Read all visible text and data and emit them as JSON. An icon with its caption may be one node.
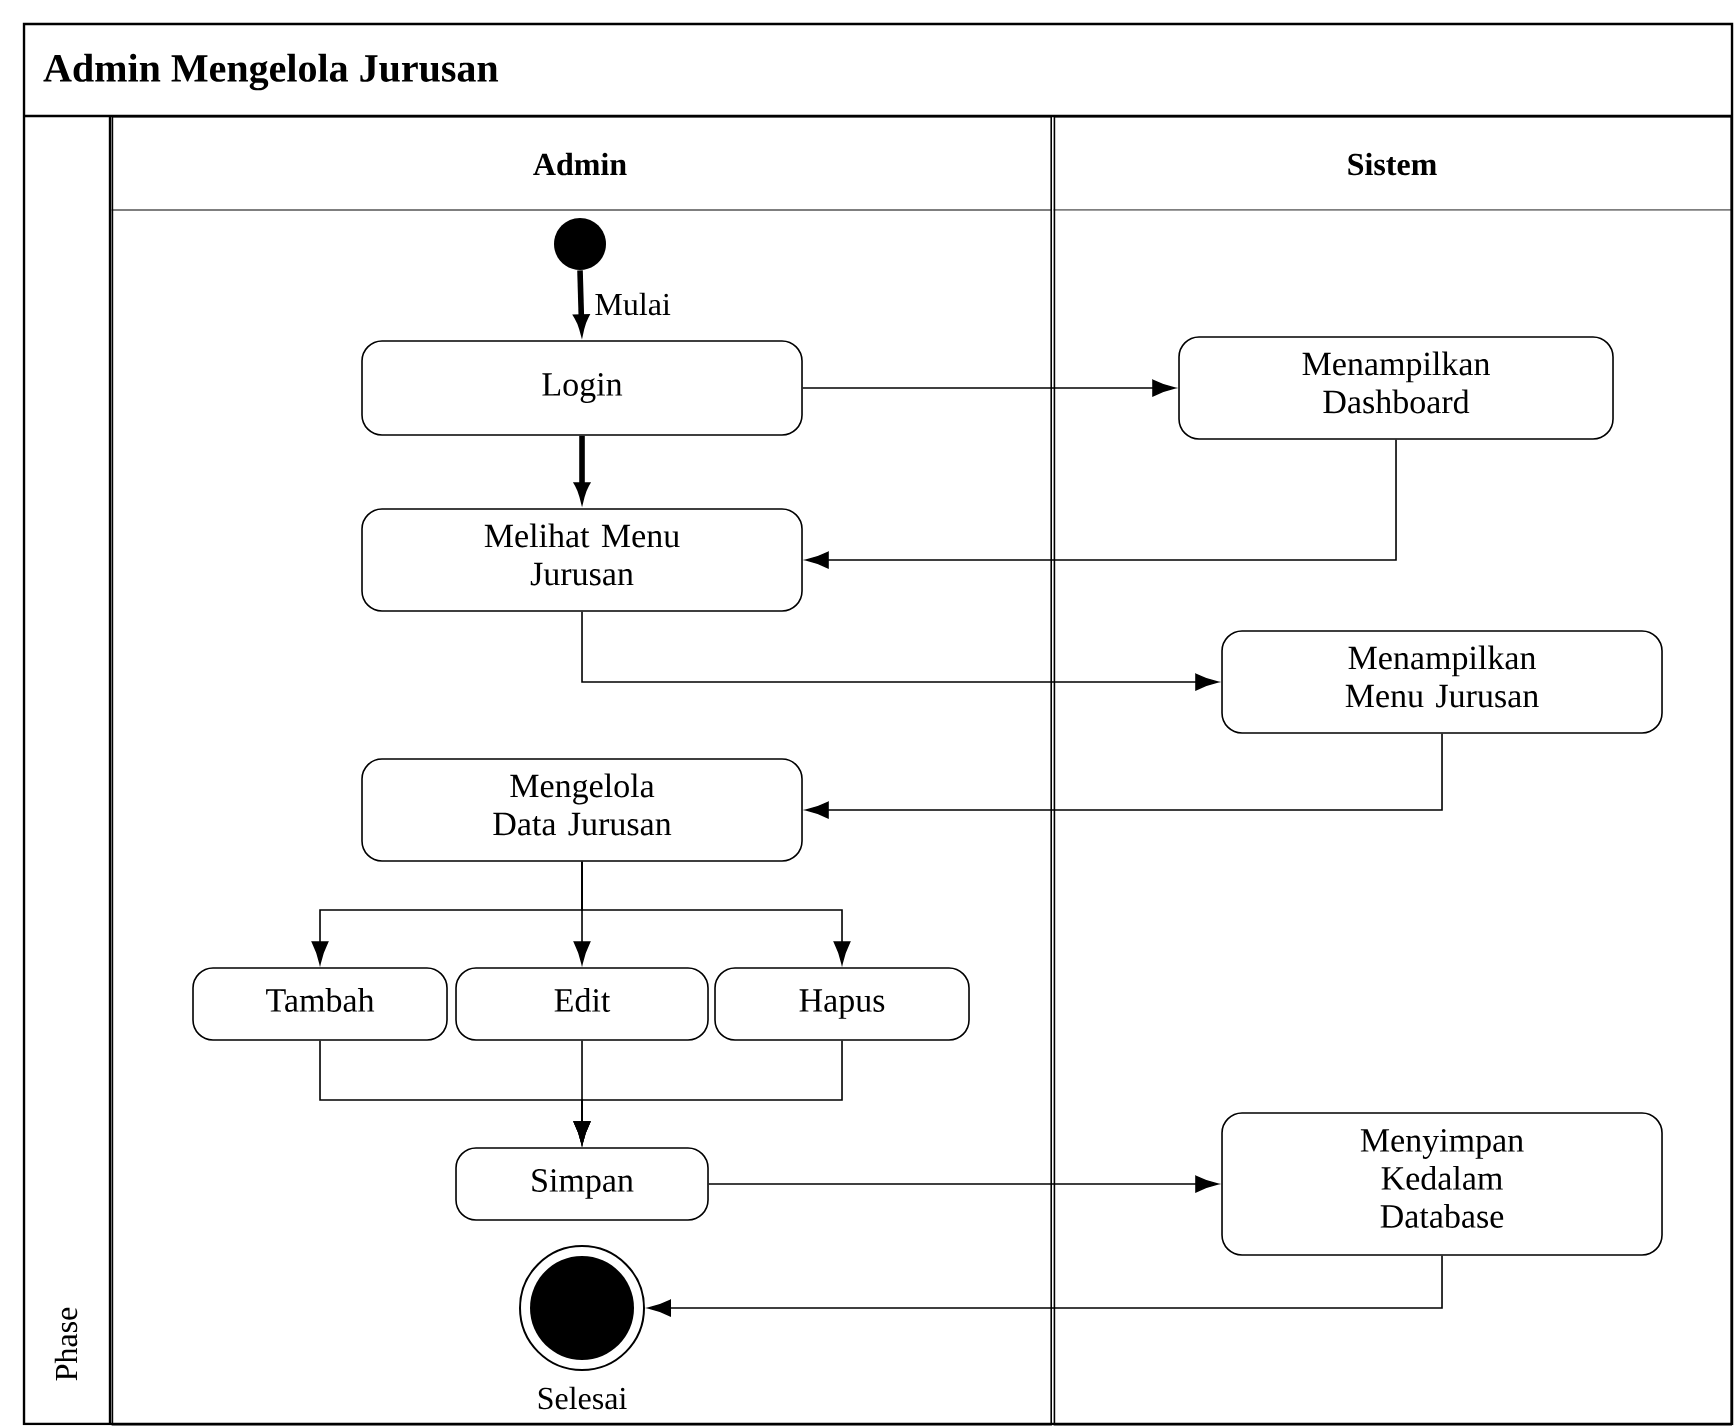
{
  "diagram": {
    "title": "Admin Mengelola Jurusan",
    "nodes": [
      {
        "text": [
          "Admin"
        ]
      },
      {
        "text": [
          "Sistem"
        ]
      },
      {
        "text": [],
        "shape": "circle",
        "beside": [
          "Mulai"
        ],
        "in": 0
      },
      {
        "text": [
          "Login"
        ],
        "in": 0
      },
      {
        "text": [
          "Menampilkan Dashboard"
        ],
        "in": 1
      },
      {
        "text": [
          "Melihat Menu Jurusan"
        ],
        "in": 0
      },
      {
        "text": [
          "Menampilkan Menu Jurusan"
        ],
        "in": 1
      },
      {
        "text": [
          "Mengelola Data Jurusan"
        ],
        "in": 0
      },
      {
        "text": [
          "Tambah"
        ],
        "in": 0
      },
      {
        "text": [
          "Edit"
        ],
        "in": 0
      },
      {
        "text": [
          "Hapus"
        ],
        "in": 0
      },
      {
        "text": [
          "Simpan"
        ],
        "in": 0
      },
      {
        "text": [
          "Menyimpan Kedalam Database"
        ],
        "in": 1
      },
      {
        "text": [],
        "shape": "circle",
        "beside": [
          "Selesai"
        ],
        "in": 0
      }
    ],
    "edges": [
      {
        "from": 2,
        "to": 3,
        "arrow": "to",
        "style": "thick"
      },
      {
        "from": 3,
        "to": 4,
        "arrow": "to"
      },
      {
        "from": 3,
        "to": 5,
        "arrow": "to",
        "style": "thick"
      },
      {
        "from": 4,
        "to": 5,
        "arrow": "to"
      },
      {
        "from": 5,
        "to": 6,
        "arrow": "to"
      },
      {
        "from": 6,
        "to": 7,
        "arrow": "to"
      },
      {
        "from": 7,
        "to": 8,
        "arrow": "to"
      },
      {
        "from": 7,
        "to": 9,
        "arrow": "to"
      },
      {
        "from": 7,
        "to": 10,
        "arrow": "to"
      },
      {
        "from": 8,
        "to": 11,
        "arrow": "to"
      },
      {
        "from": 9,
        "to": 11,
        "arrow": "to"
      },
      {
        "from": 10,
        "to": 11,
        "arrow": "to"
      },
      {
        "from": 11,
        "to": 12,
        "arrow": "to"
      },
      {
        "from": 12,
        "to": 13,
        "arrow": "to"
      }
    ],
    "labels": [
      "Phase"
    ]
  }
}
